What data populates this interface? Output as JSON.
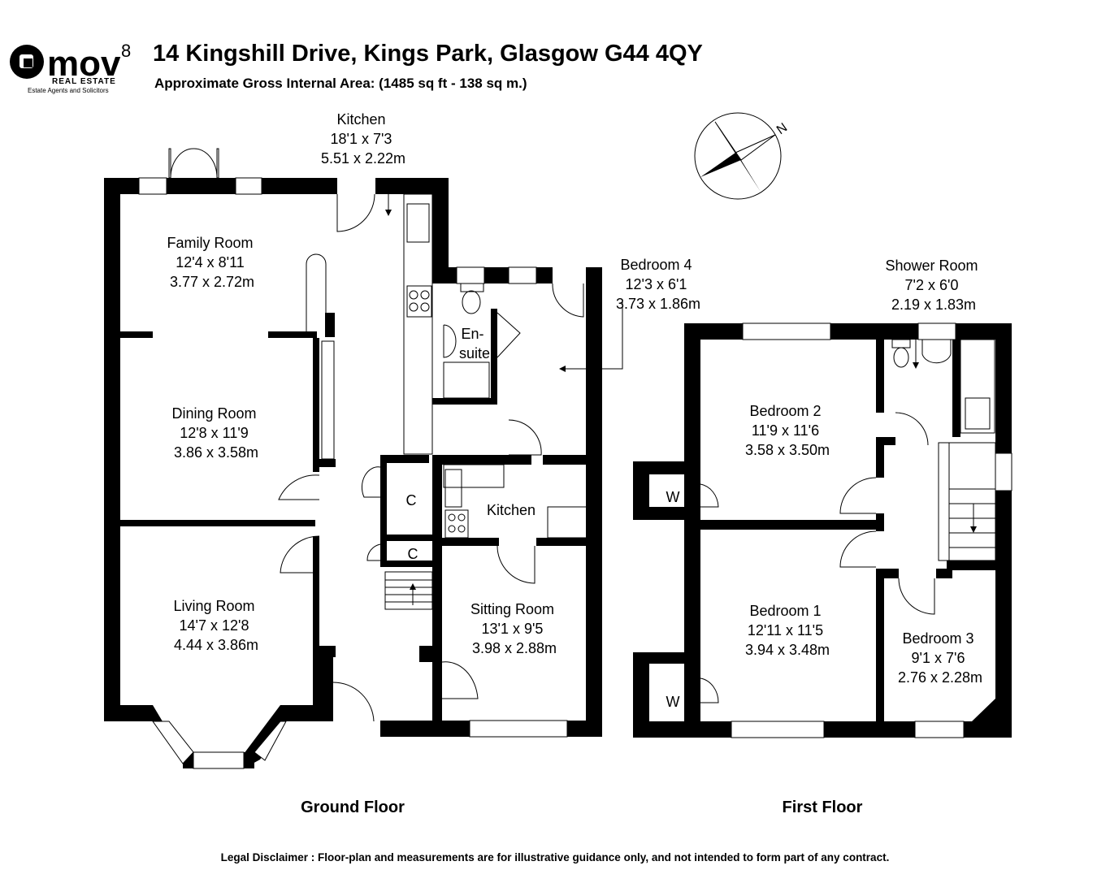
{
  "header": {
    "logo_word": "mov",
    "logo_sup": "8",
    "logo_sub": "REAL ESTATE",
    "logo_tag": "Estate Agents and Solicitors",
    "address": "14 Kingshill Drive, Kings Park, Glasgow G44 4QY",
    "area": "Approximate Gross Internal Area: (1485 sq ft - 138 sq m.)"
  },
  "compass": {
    "label": "N"
  },
  "ground_floor": {
    "label": "Ground Floor",
    "rooms": [
      {
        "id": "kitchen-top",
        "lines": [
          "Kitchen",
          "18'1 x 7'3",
          "5.51 x 2.22m"
        ]
      },
      {
        "id": "family-room",
        "lines": [
          "Family Room",
          "12'4 x 8'11",
          "3.77 x 2.72m"
        ]
      },
      {
        "id": "dining-room",
        "lines": [
          "Dining Room",
          "12'8 x 11'9",
          "3.86 x 3.58m"
        ]
      },
      {
        "id": "living-room",
        "lines": [
          "Living Room",
          "14'7 x 12'8",
          "4.44 x 3.86m"
        ]
      },
      {
        "id": "bedroom-4",
        "lines": [
          "Bedroom 4",
          "12'3 x 6'1",
          "3.73 x 1.86m"
        ]
      },
      {
        "id": "en-suite",
        "lines": [
          "En-",
          "suite"
        ]
      },
      {
        "id": "kitchen-small",
        "lines": [
          "Kitchen"
        ]
      },
      {
        "id": "sitting-room",
        "lines": [
          "Sitting Room",
          "13'1 x 9'5",
          "3.98 x 2.88m"
        ]
      },
      {
        "id": "cupboard-1",
        "lines": [
          "C"
        ]
      },
      {
        "id": "cupboard-2",
        "lines": [
          "C"
        ]
      }
    ]
  },
  "first_floor": {
    "label": "First Floor",
    "rooms": [
      {
        "id": "shower-room",
        "lines": [
          "Shower Room",
          "7'2 x 6'0",
          "2.19 x 1.83m"
        ]
      },
      {
        "id": "bedroom-2",
        "lines": [
          "Bedroom 2",
          "11'9 x 11'6",
          "3.58 x 3.50m"
        ]
      },
      {
        "id": "bedroom-1",
        "lines": [
          "Bedroom 1",
          "12'11 x 11'5",
          "3.94 x 3.48m"
        ]
      },
      {
        "id": "bedroom-3",
        "lines": [
          "Bedroom 3",
          "9'1 x 7'6",
          "2.76 x 2.28m"
        ]
      },
      {
        "id": "wardrobe-1",
        "lines": [
          "W"
        ]
      },
      {
        "id": "wardrobe-2",
        "lines": [
          "W"
        ]
      }
    ]
  },
  "disclaimer": "Legal Disclaimer : Floor-plan and measurements are for illustrative guidance only, and not intended to form part of any contract."
}
